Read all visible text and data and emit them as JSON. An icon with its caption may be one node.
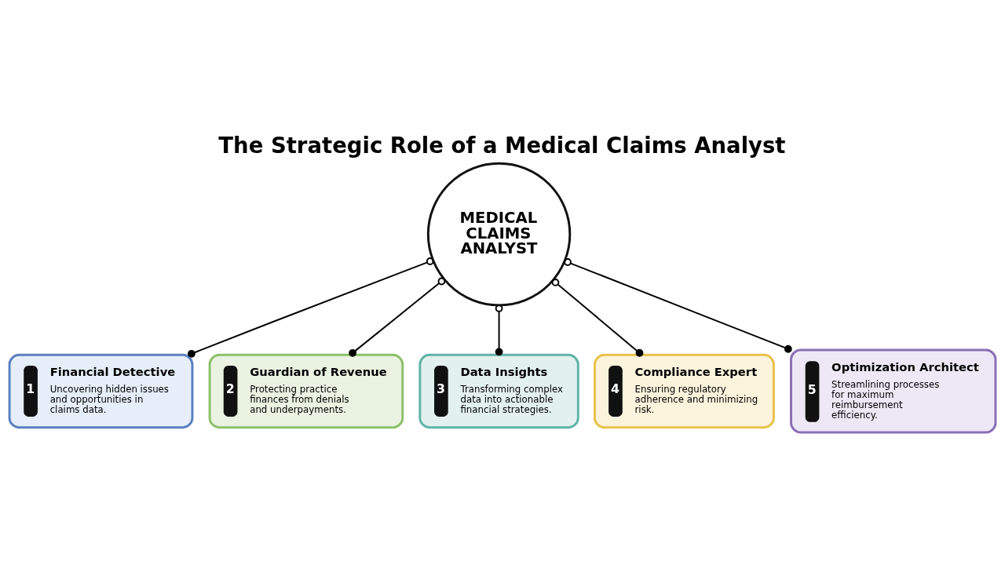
{
  "diagram": {
    "title": "The Strategic Role of a Medical Claims Analyst",
    "nodes": [
      {
        "text": [
          "MEDICAL CLAIMS ANALYST"
        ]
      },
      {
        "text": [
          "1",
          "Financial Detective",
          "Uncovering hidden issues and opportunities in claims data."
        ]
      },
      {
        "text": [
          "2",
          "Guardian of Revenue",
          "Protecting practice finances from denials and underpayments."
        ]
      },
      {
        "text": [
          "3",
          "Data Insights",
          "Transforming complex data into actionable financial strategies."
        ]
      },
      {
        "text": [
          "4",
          "Compliance Expert",
          "Ensuring regulatory adherence and minimizing risk."
        ]
      },
      {
        "text": [
          "5",
          "Optimization Architect",
          "Streamlining processes for maximum reimbursement efficiency."
        ]
      }
    ],
    "edges": [
      {
        "from": 0,
        "to": 1,
        "arrow": "other"
      },
      {
        "from": 0,
        "to": 2,
        "arrow": "other"
      },
      {
        "from": 0,
        "to": 3,
        "arrow": "other"
      },
      {
        "from": 0,
        "to": 4,
        "arrow": "other"
      },
      {
        "from": 0,
        "to": 5,
        "arrow": "other"
      }
    ]
  }
}
